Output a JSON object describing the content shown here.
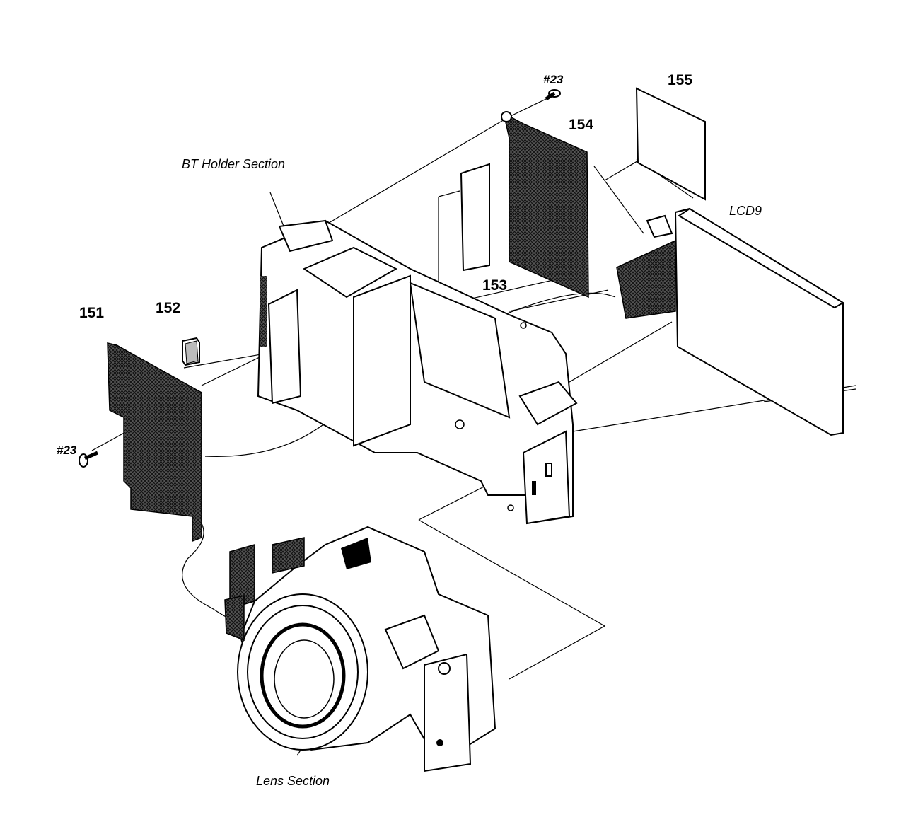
{
  "labels": {
    "screw_top": "#23",
    "screw_left": "#23",
    "p151": "151",
    "p152": "152",
    "p153": "153",
    "p154": "154",
    "p155": "155",
    "bt_holder": "BT Holder Section",
    "lcd": "LCD9",
    "lens": "Lens Section"
  }
}
